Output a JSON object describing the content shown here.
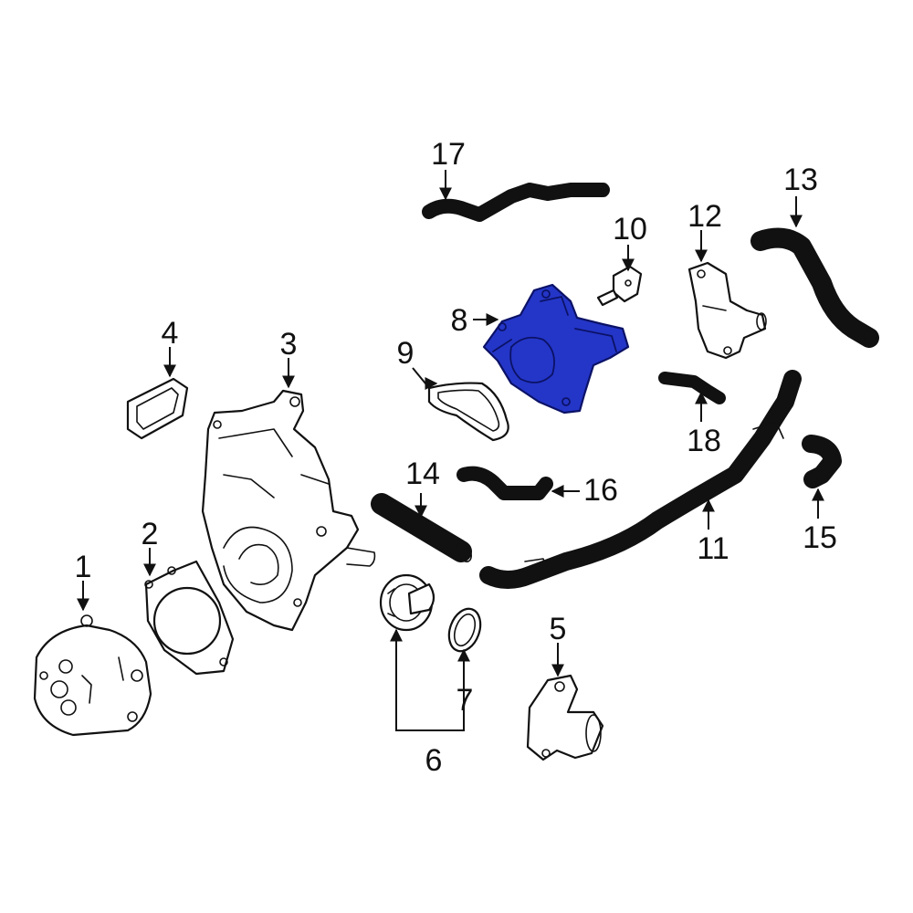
{
  "diagram": {
    "highlight_color": "#2436c8",
    "callouts": [
      {
        "id": "1",
        "label": "1"
      },
      {
        "id": "2",
        "label": "2"
      },
      {
        "id": "3",
        "label": "3"
      },
      {
        "id": "4",
        "label": "4"
      },
      {
        "id": "5",
        "label": "5"
      },
      {
        "id": "6",
        "label": "6"
      },
      {
        "id": "7",
        "label": "7"
      },
      {
        "id": "8",
        "label": "8"
      },
      {
        "id": "9",
        "label": "9"
      },
      {
        "id": "10",
        "label": "10"
      },
      {
        "id": "11",
        "label": "11"
      },
      {
        "id": "12",
        "label": "12"
      },
      {
        "id": "13",
        "label": "13"
      },
      {
        "id": "14",
        "label": "14"
      },
      {
        "id": "15",
        "label": "15"
      },
      {
        "id": "16",
        "label": "16"
      },
      {
        "id": "17",
        "label": "17"
      },
      {
        "id": "18",
        "label": "18"
      }
    ],
    "highlighted_part": "8"
  }
}
